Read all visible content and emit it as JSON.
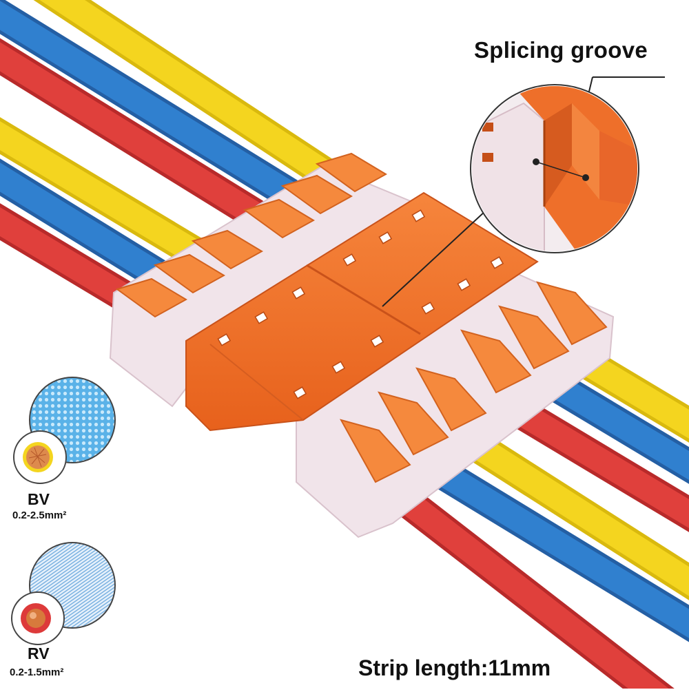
{
  "callout": {
    "title": "Splicing groove"
  },
  "footer": {
    "strip_length": "Strip length:11mm"
  },
  "wire_types": [
    {
      "name": "BV",
      "range": "0.2-2.5mm²",
      "icon": "solid-copper-core-icon"
    },
    {
      "name": "RV",
      "range": "0.2-1.5mm²",
      "icon": "stranded-copper-core-icon"
    }
  ],
  "colors": {
    "connector_orange": "#f0732a",
    "lever_orange": "#f5893d",
    "housing_clear": "#f3e8ee",
    "wire_yellow": "#f2d21c",
    "wire_blue": "#2f78c8",
    "wire_red": "#dd3a3a",
    "copper": "#d77a3c"
  }
}
